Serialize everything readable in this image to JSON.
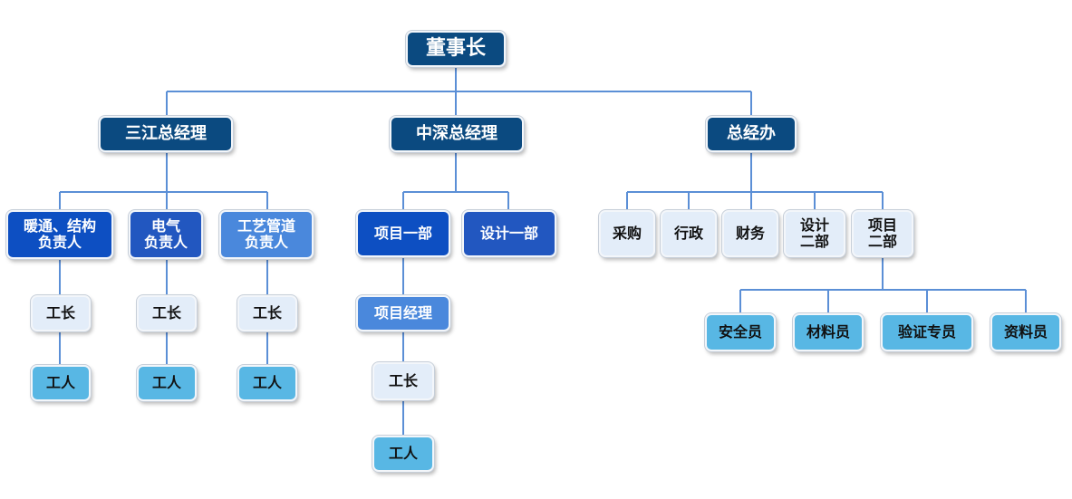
{
  "colors": {
    "line": "#5b8fd6",
    "navy": "#0b4a80",
    "royal": "#0d4fc2",
    "mid": "#2257c0",
    "sky": "#4a88dc",
    "cyan": "#58b7e4",
    "pale": "#e3edf9"
  },
  "org": {
    "chairman": "董事长",
    "sanjiang": {
      "title": "三江总经理",
      "hvac": "暖通、结构\n负责人",
      "electrical": "电气\n负责人",
      "piping": "工艺管道\n负责人",
      "foreman_1": "工长",
      "foreman_2": "工长",
      "foreman_3": "工长",
      "worker_1": "工人",
      "worker_2": "工人",
      "worker_3": "工人"
    },
    "zhongshen": {
      "title": "中深总经理",
      "project_dept_1": "项目一部",
      "design_dept_1": "设计一部",
      "project_manager": "项目经理",
      "foreman": "工长",
      "worker": "工人"
    },
    "general_office": {
      "title": "总经办",
      "procurement": "采购",
      "administration": "行政",
      "finance": "财务",
      "design_dept_2": "设计\n二部",
      "project_dept_2": "项目\n二部",
      "safety_officer": "安全员",
      "materials_officer": "材料员",
      "verification_officer": "验证专员",
      "documents_officer": "资料员"
    }
  }
}
